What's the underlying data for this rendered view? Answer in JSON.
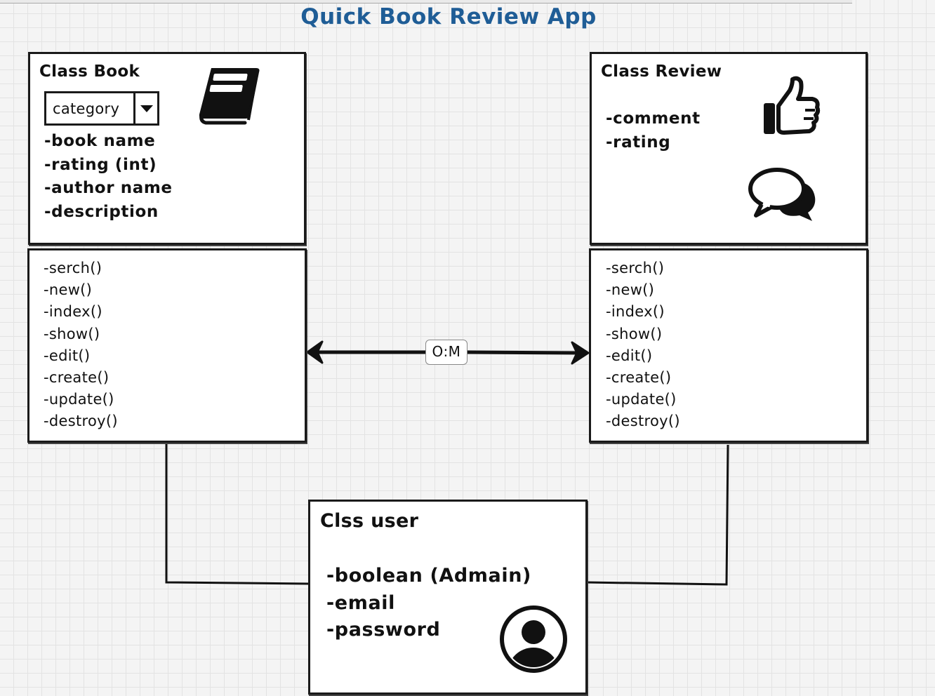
{
  "title": "Quick Book Review App",
  "book": {
    "title": "Class Book",
    "select_value": "category",
    "attributes": [
      "-book name",
      "-rating (int)",
      "-author name",
      "-description"
    ],
    "methods": [
      "-serch()",
      "-new()",
      "-index()",
      "-show()",
      "-edit()",
      "-create()",
      "-update()",
      "-destroy()"
    ],
    "icon": "book-icon"
  },
  "review": {
    "title": "Class Review",
    "attributes": [
      "-comment",
      "-rating"
    ],
    "methods": [
      "-serch()",
      "-new()",
      "-index()",
      "-show()",
      "-edit()",
      "-create()",
      "-update()",
      "-destroy()"
    ],
    "icons": [
      "thumbs-up-icon",
      "speech-bubbles-icon"
    ]
  },
  "user": {
    "title": "Clss user",
    "attributes": [
      "-boolean (Admain)",
      "-email",
      "-password"
    ],
    "icon": "user-avatar-icon"
  },
  "relation": {
    "label": "O:M"
  }
}
